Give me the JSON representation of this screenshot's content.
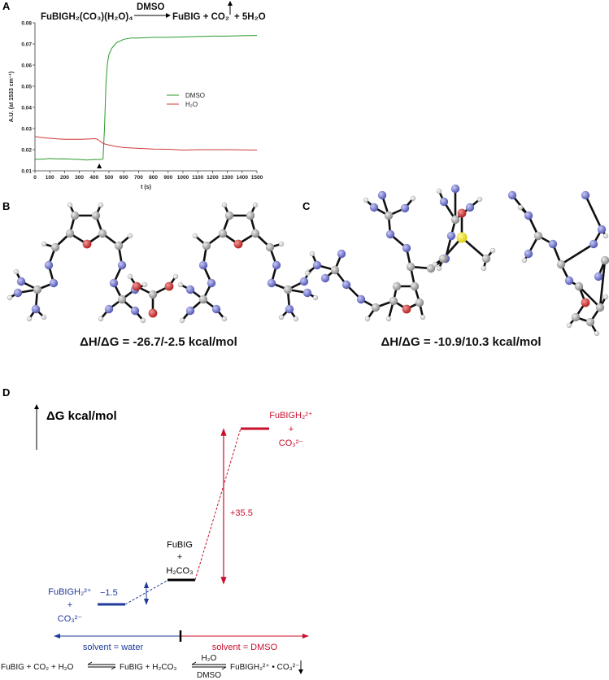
{
  "panels": {
    "a": "A",
    "b": "B",
    "c": "C",
    "d": "D"
  },
  "reaction_a": {
    "reactant": "FuBIGH₂(CO₃)(H₂O)₄",
    "condition": "DMSO",
    "products": "FuBIG + CO₂",
    "products_tail": "+ 5H₂O"
  },
  "chart_data": {
    "type": "line",
    "xlabel": "t (s)",
    "ylabel": "A.U. (at 1533 cm⁻¹)",
    "xlim": [
      0,
      1500
    ],
    "ylim": [
      0.01,
      0.08
    ],
    "xticks": [
      "0",
      "100",
      "200",
      "300",
      "400",
      "500",
      "600",
      "700",
      "800",
      "900",
      "1000",
      "1100",
      "1200",
      "1300",
      "1400",
      "1500"
    ],
    "yticks": [
      "0.01",
      "0.02",
      "0.03",
      "0.04",
      "0.05",
      "0.06",
      "0.07",
      "0.08"
    ],
    "grid": false,
    "legend_position": "center-right",
    "marker_annotation": {
      "symbol": "▲",
      "x": 435
    },
    "series": [
      {
        "name": "DMSO",
        "color": "#2a9a2a",
        "x": [
          0,
          50,
          100,
          150,
          200,
          250,
          300,
          350,
          400,
          430,
          460,
          470,
          480,
          490,
          500,
          520,
          550,
          600,
          650,
          700,
          800,
          900,
          1000,
          1100,
          1200,
          1300,
          1400,
          1500
        ],
        "y": [
          0.0155,
          0.0155,
          0.0158,
          0.0156,
          0.0157,
          0.0155,
          0.0154,
          0.0151,
          0.0154,
          0.0153,
          0.0155,
          0.03,
          0.052,
          0.061,
          0.065,
          0.068,
          0.0705,
          0.0722,
          0.0728,
          0.0728,
          0.0731,
          0.0731,
          0.0733,
          0.0735,
          0.0737,
          0.0737,
          0.0739,
          0.074
        ]
      },
      {
        "name": "H₂O",
        "color": "#d03a3a",
        "x": [
          0,
          50,
          100,
          150,
          200,
          250,
          300,
          350,
          400,
          420,
          440,
          460,
          480,
          500,
          550,
          600,
          700,
          800,
          900,
          1000,
          1100,
          1200,
          1300,
          1400,
          1500
        ],
        "y": [
          0.0262,
          0.0257,
          0.0254,
          0.0251,
          0.0249,
          0.0249,
          0.0249,
          0.025,
          0.0252,
          0.025,
          0.024,
          0.023,
          0.0225,
          0.0222,
          0.0215,
          0.021,
          0.0206,
          0.0203,
          0.0202,
          0.0198,
          0.02,
          0.02,
          0.02,
          0.0199,
          0.0198
        ]
      }
    ]
  },
  "panel_b": {
    "energy": "ΔH/ΔG = -26.7/-2.5 kcal/mol"
  },
  "panel_c": {
    "energy": "ΔH/ΔG = -10.9/10.3 kcal/mol"
  },
  "panel_d": {
    "axis_label": "ΔG kcal/mol",
    "water_state": {
      "line1": "FuBIGH₂²⁺",
      "line2": "+",
      "line3": "CO₃²⁻",
      "color": "#1f3a9a"
    },
    "neutral_state": {
      "line1": "FuBIG",
      "line2": "+",
      "line3": "H₂CO₃",
      "color": "#000000"
    },
    "dmso_state": {
      "line1": "FuBIGH₂²⁺",
      "line2": "+",
      "line3": "CO₃²⁻",
      "color": "#c8102e"
    },
    "delta_water": "−1.5",
    "delta_dmso": "+35.5",
    "solvent_water": "solvent = water",
    "solvent_dmso": "solvent = DMSO",
    "equation": {
      "part1": "FuBIG + CO₂ + H₂O",
      "part2": "FuBIG + H₂CO₃",
      "cond_top": "H₂O",
      "cond_bottom": "DMSO",
      "part3": "FuBIGH₂²⁺ •  CO₃²⁻"
    }
  }
}
